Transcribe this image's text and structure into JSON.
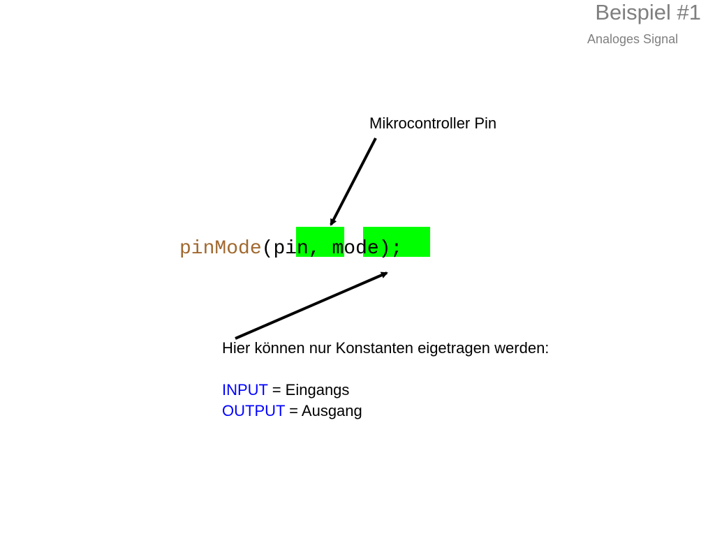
{
  "header": {
    "title": "Beispiel #1",
    "subtitle": "Analoges Signal"
  },
  "callout_pin": {
    "label": "Mikrocontroller Pin"
  },
  "code": {
    "function_name": "pinMode",
    "open_paren": "(",
    "param_pin": "pin",
    "separator": ", ",
    "param_mode": "mode",
    "close": ");"
  },
  "note": {
    "intro": "Hier können nur Konstanten eigetragen werden:",
    "items": [
      {
        "keyword": "INPUT",
        "description": " = Eingangs"
      },
      {
        "keyword": "OUTPUT",
        "description": " = Ausgang"
      }
    ]
  },
  "colors": {
    "title": "#7f7f7f",
    "highlight": "#00ff00",
    "function": "#a0682f",
    "keyword": "#0000ff",
    "arrow": "#000000"
  }
}
